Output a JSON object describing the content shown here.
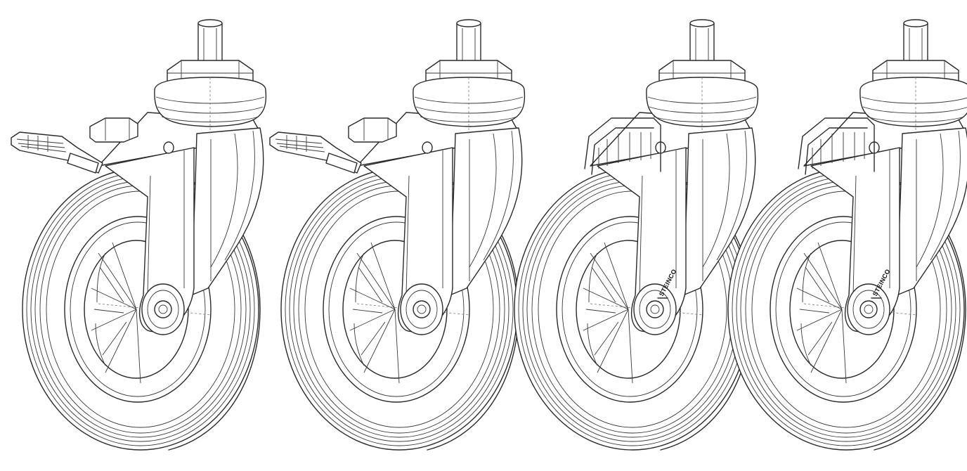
{
  "casters": [
    {
      "id": "caster-1",
      "variant": "braked",
      "brand_text": ""
    },
    {
      "id": "caster-2",
      "variant": "braked",
      "brand_text": ""
    },
    {
      "id": "caster-3",
      "variant": "guarded",
      "brand_text": "STEINCO"
    },
    {
      "id": "caster-4",
      "variant": "guarded",
      "brand_text": "STEINCO"
    }
  ],
  "colors": {
    "line": "#2a2a2a",
    "background": "#ffffff"
  }
}
